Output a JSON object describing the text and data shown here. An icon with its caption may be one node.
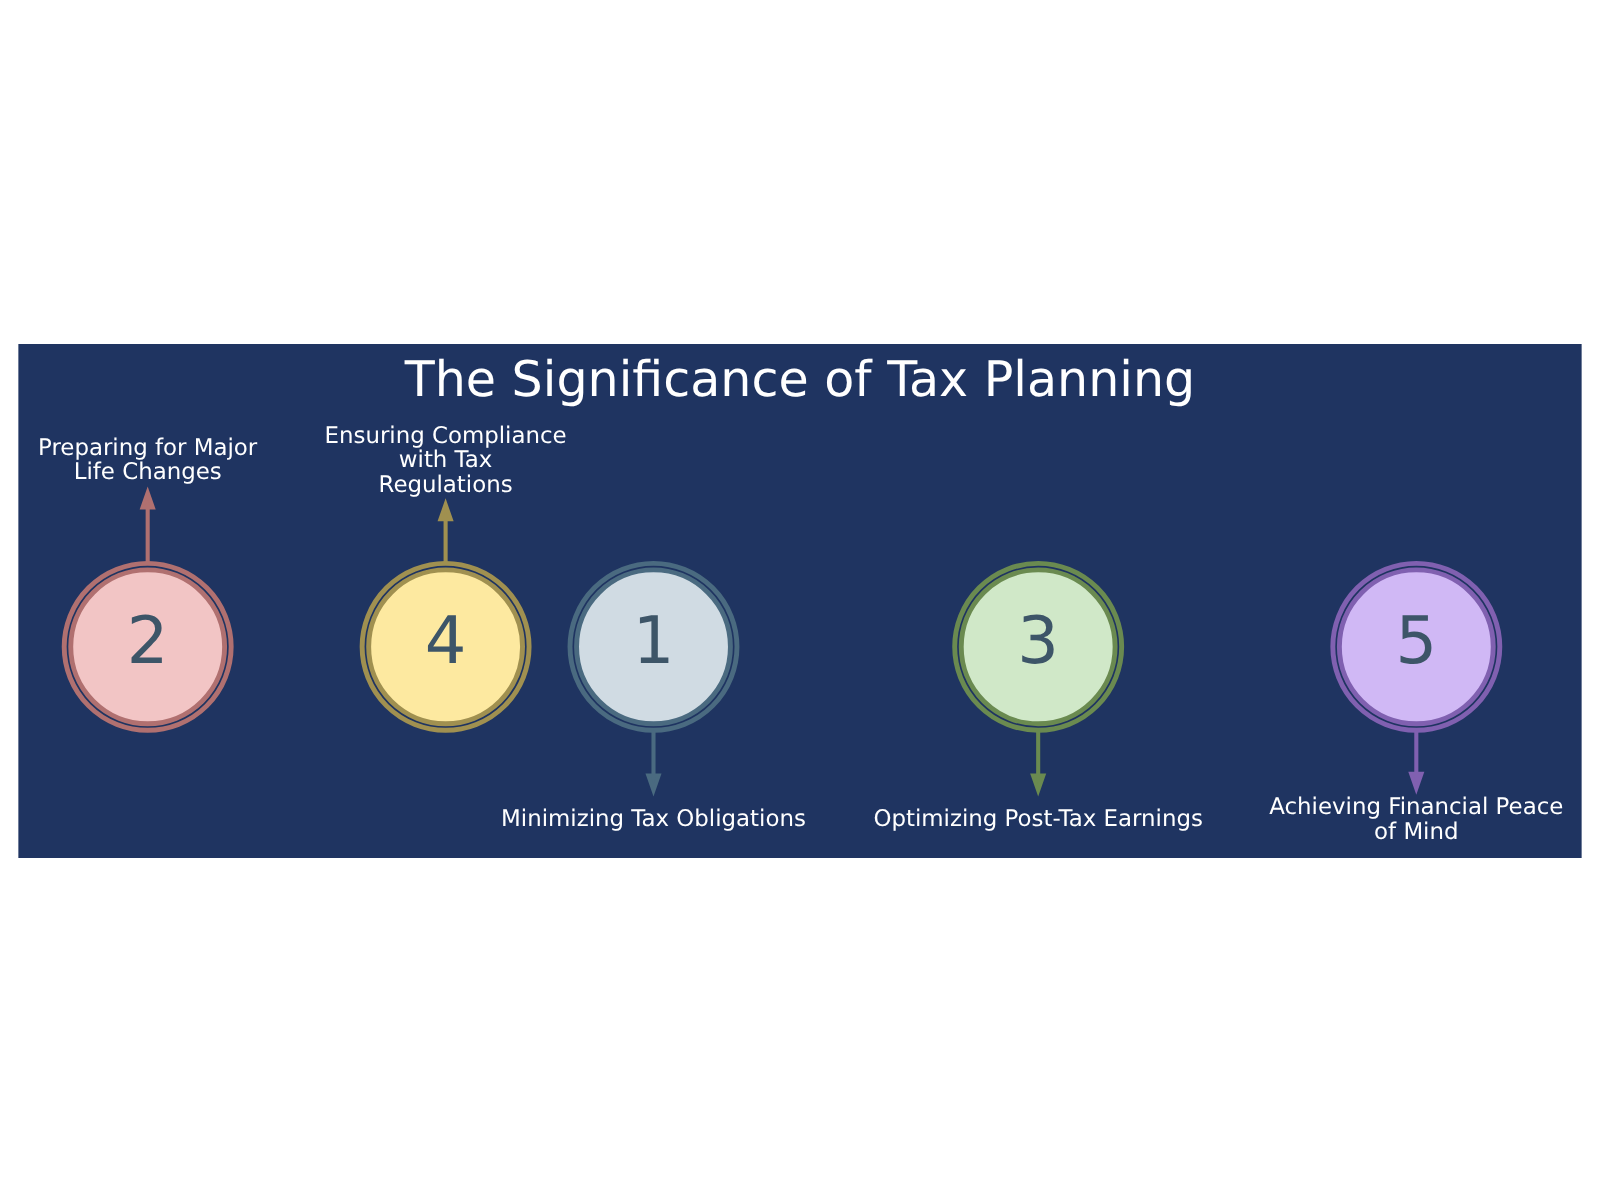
{
  "diagram": {
    "title": "The Significance of Tax Planning",
    "nodes": [
      {
        "text": [
          "1"
        ]
      },
      {
        "text": [
          "Minimizing Tax Obligations"
        ]
      },
      {
        "text": [
          "2"
        ]
      },
      {
        "text": [
          "Preparing for Major Life Changes"
        ]
      },
      {
        "text": [
          "3"
        ]
      },
      {
        "text": [
          "Optimizing Post-Tax Earnings"
        ]
      },
      {
        "text": [
          "4"
        ]
      },
      {
        "text": [
          "Ensuring Compliance with Tax Regulations"
        ]
      },
      {
        "text": [
          "5"
        ]
      },
      {
        "text": [
          "Achieving Financial Peace of Mind"
        ]
      }
    ],
    "edges": [
      {
        "from": 0,
        "to": 1,
        "arrow": "to",
        "color": "#4a6a80"
      },
      {
        "from": 2,
        "to": 3,
        "arrow": "to",
        "color": "#b07070"
      },
      {
        "from": 4,
        "to": 5,
        "arrow": "to",
        "color": "#6a8a50"
      },
      {
        "from": 6,
        "to": 7,
        "arrow": "to",
        "color": "#a09050"
      },
      {
        "from": 8,
        "to": 9,
        "arrow": "to",
        "color": "#8060b0"
      }
    ]
  }
}
